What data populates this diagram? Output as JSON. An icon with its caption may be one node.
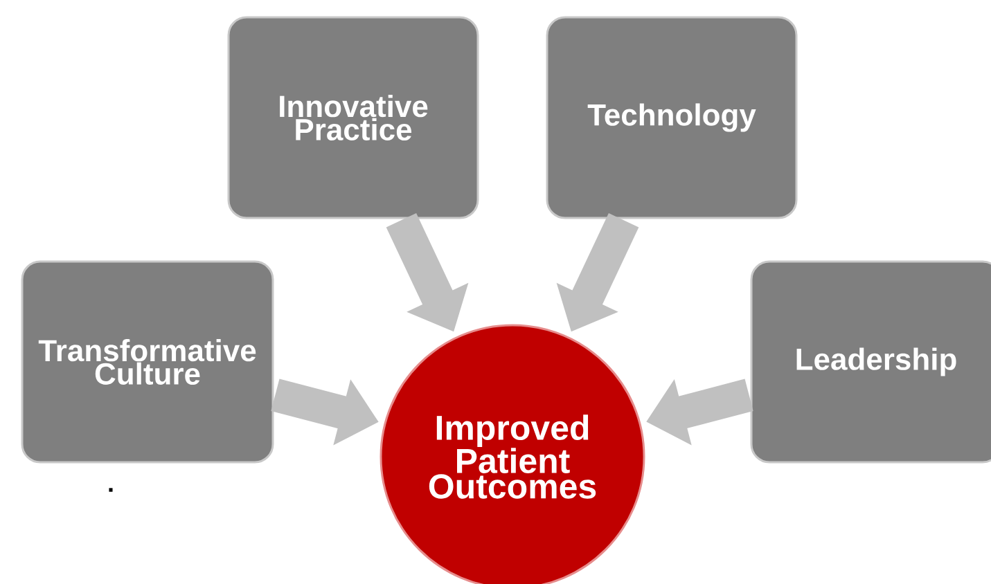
{
  "diagram": {
    "nodes": [
      {
        "text": [
          "Innovative Practice"
        ]
      },
      {
        "text": [
          "Technology"
        ]
      },
      {
        "text": [
          "Transformative Culture"
        ]
      },
      {
        "text": [
          "Leadership"
        ]
      },
      {
        "text": [
          "Improved Patient Outcomes"
        ]
      }
    ],
    "edges": [
      {
        "from": 0,
        "to": 4,
        "arrow": "to"
      },
      {
        "from": 1,
        "to": 4,
        "arrow": "to"
      },
      {
        "from": 2,
        "to": 4,
        "arrow": "to"
      },
      {
        "from": 3,
        "to": 4,
        "arrow": "to"
      }
    ],
    "labels": [
      "."
    ]
  }
}
